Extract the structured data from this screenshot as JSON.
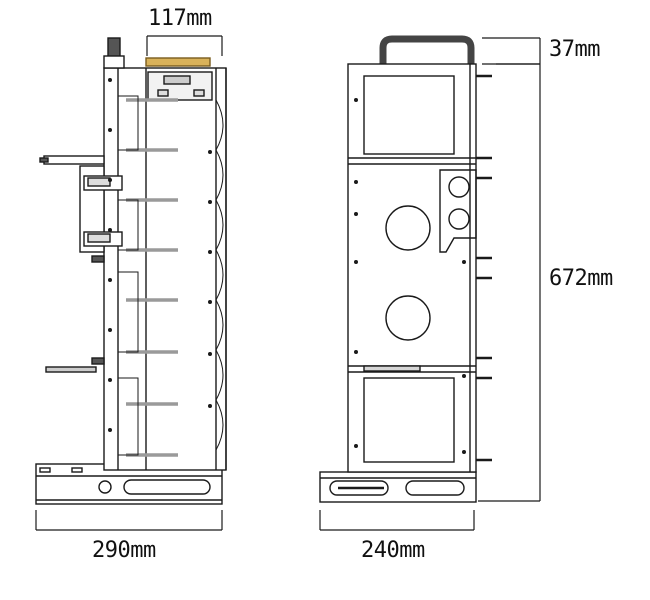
{
  "diagram": {
    "title": "",
    "views": [
      "side-view",
      "front-view"
    ],
    "dimensions": {
      "top_width": "117mm",
      "handle_height": "37mm",
      "total_height": "672mm",
      "side_depth": "290mm",
      "front_width": "240mm"
    },
    "colors": {
      "line": "#1a1a1a",
      "handle": "#444444",
      "gold_board": "#d9b25a",
      "shelf": "#9a9a9a",
      "background": "#ffffff"
    }
  }
}
